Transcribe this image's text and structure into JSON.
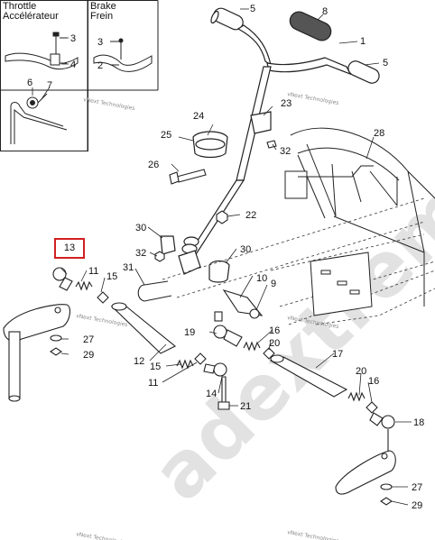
{
  "inset_throttle": {
    "title_line1": "Throttle",
    "title_line2": "Accélérateur"
  },
  "inset_brake": {
    "title_line1": "Brake",
    "title_line2": "Frein"
  },
  "highlighted_callout": "13",
  "callouts": {
    "c5a": "5",
    "c8": "8",
    "c1": "1",
    "c5b": "5",
    "c3a": "3",
    "c4": "4",
    "c3b": "3",
    "c2": "2",
    "c6": "6",
    "c7": "7",
    "c24": "24",
    "c23": "23",
    "c25": "25",
    "c32a": "32",
    "c26": "26",
    "c28": "28",
    "c30a": "30",
    "c22": "22",
    "c32b": "32",
    "c30b": "30",
    "c31": "31",
    "c11a": "11",
    "c15a": "15",
    "c10": "10",
    "c9": "9",
    "c19": "19",
    "c16a": "16",
    "c20a": "20",
    "c27a": "27",
    "c29a": "29",
    "c12": "12",
    "c15b": "15",
    "c11b": "11",
    "c14": "14",
    "c21": "21",
    "c17": "17",
    "c20b": "20",
    "c16b": "16",
    "c18": "18",
    "c27b": "27",
    "c29b": "29"
  },
  "watermark_small": "vNext Technologies",
  "watermark_large": "adextreme"
}
